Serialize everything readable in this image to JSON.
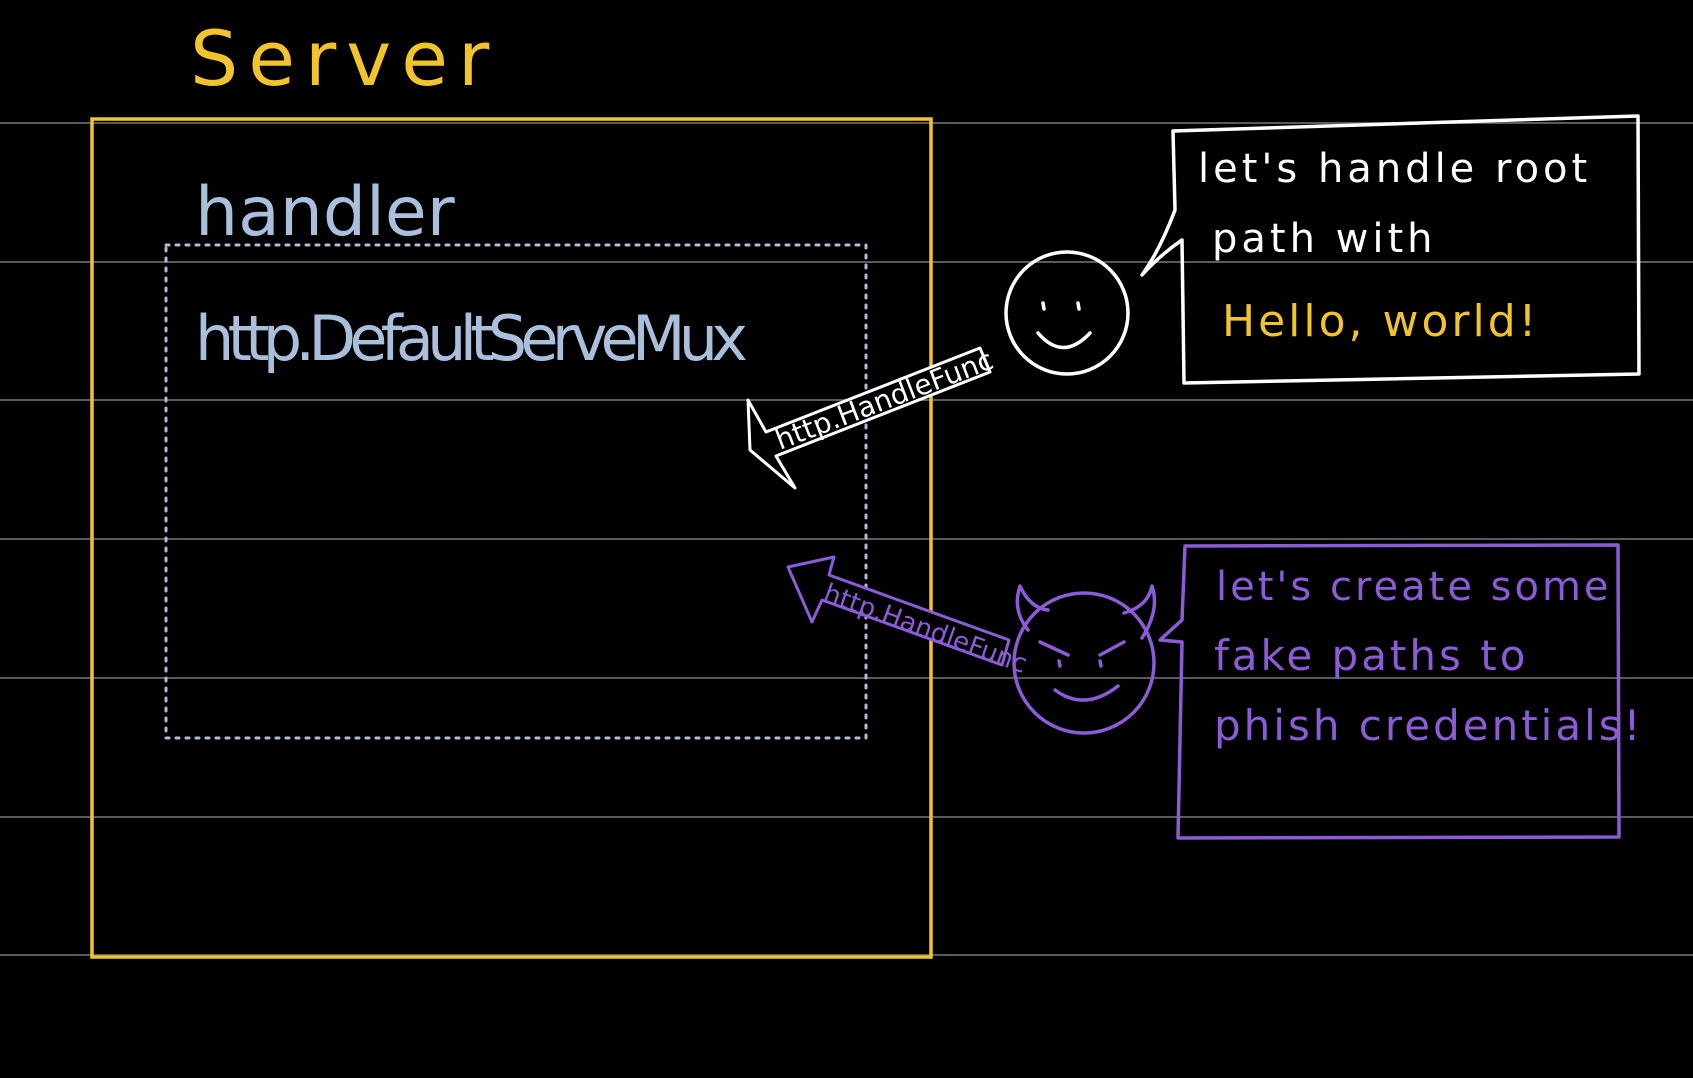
{
  "colors": {
    "background": "#000000",
    "ruled_line": "#5a5a5a",
    "server": "#f2c42c",
    "handler": "#a9bfdc",
    "user": "#ffffff",
    "hello": "#f2c42c",
    "attacker": "#8c5bd6"
  },
  "server": {
    "label": "Server"
  },
  "handler": {
    "label": "handler",
    "mux_label": "http.DefaultServeMux"
  },
  "user": {
    "face_icon": "smiley-face-icon",
    "arrow_label": "http.HandleFunc",
    "speech": {
      "line1": "let's handle root",
      "line2": "path with",
      "line3": "Hello, world!"
    }
  },
  "attacker": {
    "face_icon": "devil-face-icon",
    "arrow_label": "http.HandleFunc",
    "speech": {
      "line1": "let's create some",
      "line2": "fake paths to",
      "line3": "phish credentials!"
    }
  }
}
